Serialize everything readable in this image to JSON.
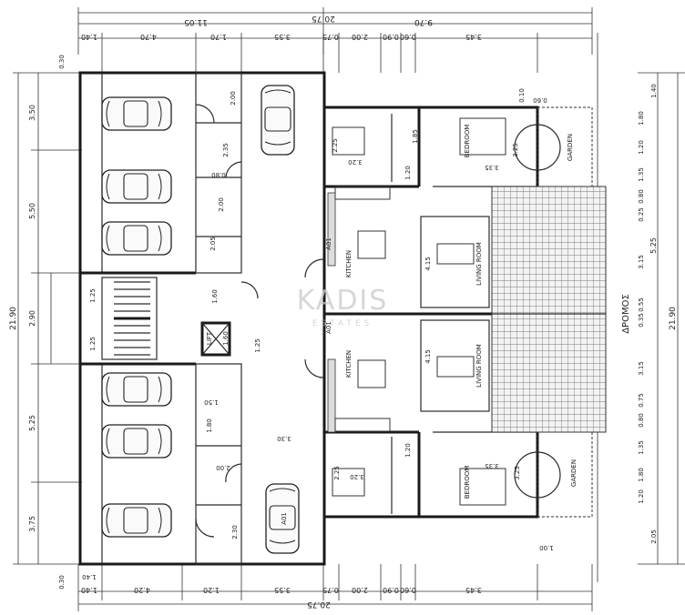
{
  "watermark": {
    "brand": "KADIS",
    "tagline": "ESTATES"
  },
  "rooms": {
    "kitchen": "KITCHEN",
    "living_room": "LIVING ROOM",
    "bedroom": "BEDROOM",
    "garden": "GARDEN",
    "lift": "LIFT",
    "road": "ΔΡΟΜΟΣ",
    "a01": "A01",
    "parking_a01": "A01"
  },
  "dimensions_top": {
    "total": "20.75",
    "sub_left": "11.05",
    "sub_right": "9.70",
    "segs": [
      "1.40",
      "4.70",
      "1.70",
      "3.55",
      "0.75",
      "2.00",
      "0.90",
      "0.60",
      "3.45"
    ]
  },
  "dimensions_bottom": {
    "total": "20.75",
    "segs": [
      "1.40",
      "4.20",
      "1.20",
      "3.55",
      "0.75",
      "2.00",
      "0.90",
      "0.60",
      "3.45"
    ]
  },
  "dimensions_left": {
    "total": "21.90",
    "segs": [
      "3.50",
      "5.50",
      "2.90",
      "5.25",
      "3.75"
    ],
    "inner": [
      "1.25",
      "1.25",
      "0.30",
      "0.30"
    ]
  },
  "dimensions_right": {
    "total": "21.90",
    "segs": [
      "1.40",
      "1.80",
      "1.20",
      "1.35",
      "0.80",
      "0.25",
      "5.25",
      "3.15",
      "0.55",
      "0.35",
      "3.15",
      "0.75",
      "0.80",
      "1.35",
      "1.20",
      "1.80",
      "2.05"
    ]
  },
  "labels": {
    "d_200_a": "2.00",
    "d_235": "2.35",
    "d_080": "0.80",
    "d_200_b": "2.00",
    "d_205": "2.05",
    "d_160_a": "1.60",
    "d_160_b": "1.60",
    "d_125": "1.25",
    "d_150": "1.50",
    "d_180": "1.80",
    "d_200_c": "2.00",
    "d_230": "2.30",
    "d_330": "3.30",
    "d_320_a": "3.20",
    "d_320_b": "3.20",
    "d_335_a": "3.35",
    "d_335_b": "3.35",
    "d_325_a": "3.25",
    "d_325_b": "3.25",
    "d_415_a": "4.15",
    "d_415_b": "4.15",
    "d_120_a": "1.20",
    "d_120_b": "1.20",
    "d_225_a": "2.25",
    "d_225_b": "2.25",
    "d_185": "1.85",
    "d_010": "0.10",
    "d_100": "1.00",
    "d_140": "1.40",
    "d_060": "0.60"
  }
}
